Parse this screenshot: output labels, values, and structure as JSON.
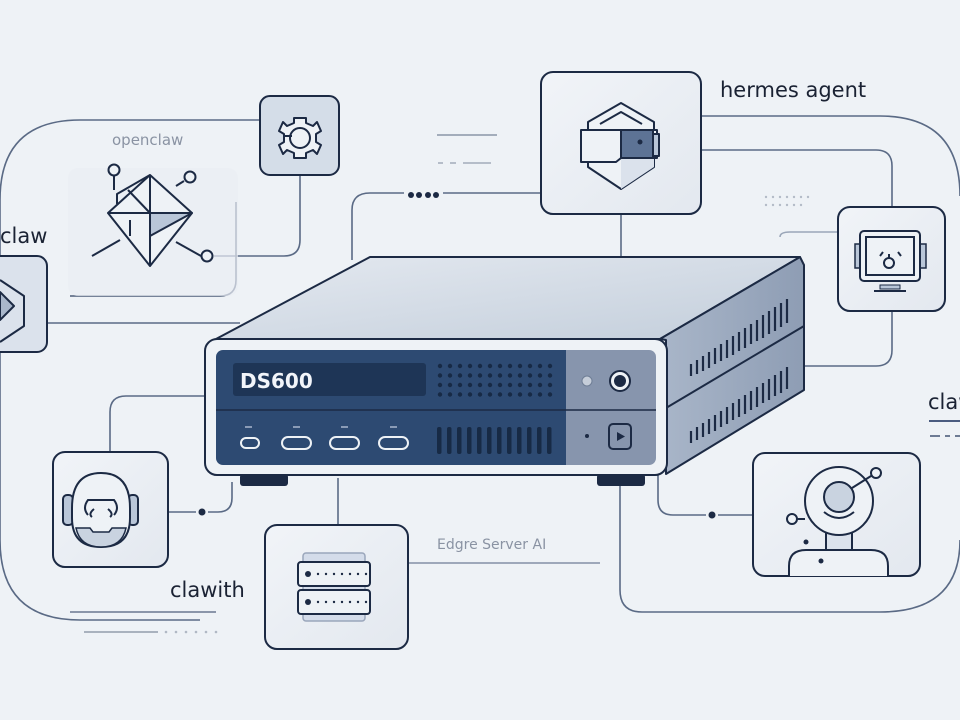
{
  "title": "DS600 Edge Server AI agent connectivity diagram",
  "device": {
    "model_label": "DS600",
    "caption": "Edgre Server AI"
  },
  "labels": {
    "openclaw": "openclaw",
    "claw_left": "claw",
    "hermes_agent": "hermes agent",
    "clawith": "clawith",
    "claw_right": "claw"
  },
  "nodes": [
    {
      "id": "gear",
      "icon": "gear-icon"
    },
    {
      "id": "openclaw",
      "icon": "network-prism-icon"
    },
    {
      "id": "claw-left",
      "icon": "hexagon-arrow-icon"
    },
    {
      "id": "hermes",
      "icon": "shield-visor-icon"
    },
    {
      "id": "monitor",
      "icon": "monitor-icon"
    },
    {
      "id": "robot",
      "icon": "robot-head-icon"
    },
    {
      "id": "server",
      "icon": "server-rack-icon"
    },
    {
      "id": "astronaut",
      "icon": "astronaut-avatar-icon"
    }
  ],
  "colors": {
    "background": "#eef2f6",
    "line": "#5a6a85",
    "outline": "#1c2a44",
    "panel_dark": "#2d4a72",
    "panel_gray": "#8795ad",
    "card_fill": "#e9eef4",
    "accent_fill": "#b9c6d8"
  }
}
